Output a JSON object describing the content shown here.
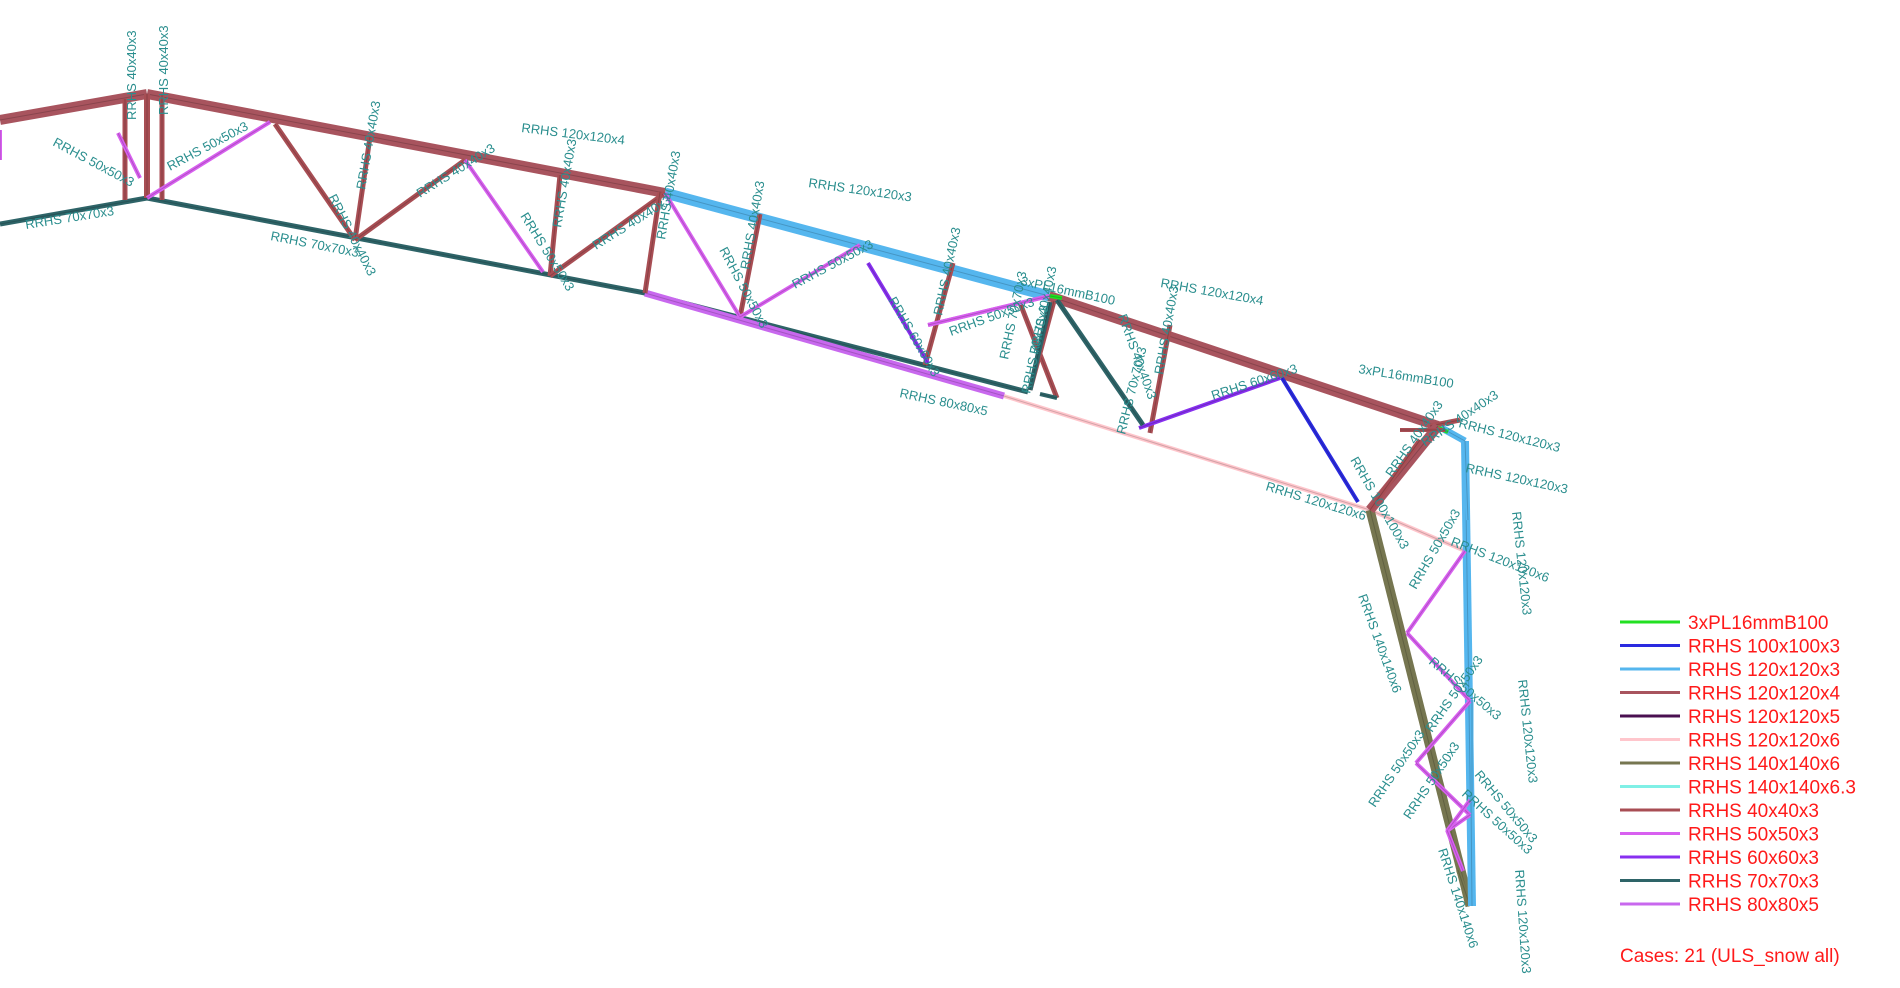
{
  "sections": {
    "3xPL16mmB100": "#22e022",
    "RRHS 100x100x3": "#2a2ae0",
    "RRHS 120x120x3": "#55b6ee",
    "RRHS 120x120x4": "#a8545e",
    "RRHS 120x120x5": "#4a1050",
    "RRHS 120x120x6": "#ffc6cc",
    "RRHS 140x140x6": "#767650",
    "RRHS 140x140x6.3": "#80f0e6",
    "RRHS 40x40x3": "#a84e54",
    "RRHS 50x50x3": "#d860f0",
    "RRHS 60x60x3": "#8830f0",
    "RRHS 70x70x3": "#2e6468",
    "RRHS 80x80x5": "#c868ee"
  },
  "legend": {
    "items": [
      {
        "label": "3xPL16mmB100",
        "color": "#22e022"
      },
      {
        "label": "RRHS 100x100x3",
        "color": "#2a2ae0"
      },
      {
        "label": "RRHS 120x120x3",
        "color": "#55b6ee"
      },
      {
        "label": "RRHS 120x120x4",
        "color": "#a8545e"
      },
      {
        "label": "RRHS 120x120x5",
        "color": "#4a1050"
      },
      {
        "label": "RRHS 120x120x6",
        "color": "#ffc6cc"
      },
      {
        "label": "RRHS 140x140x6",
        "color": "#767650"
      },
      {
        "label": "RRHS 140x140x6.3",
        "color": "#80f0e6"
      },
      {
        "label": "RRHS 40x40x3",
        "color": "#a84e54"
      },
      {
        "label": "RRHS 50x50x3",
        "color": "#d860f0"
      },
      {
        "label": "RRHS 60x60x3",
        "color": "#8830f0"
      },
      {
        "label": "RRHS 70x70x3",
        "color": "#2e6468"
      },
      {
        "label": "RRHS 80x80x5",
        "color": "#c868ee"
      }
    ],
    "cases": "Cases: 21 (ULS_snow all)"
  },
  "members": [
    {
      "section": "RRHS 120x120x4",
      "label": "RRHS 120x120x4"
    },
    {
      "section": "RRHS 120x120x4",
      "label": ""
    },
    {
      "section": "RRHS 120x120x3",
      "label": "RRHS 120x120x3"
    },
    {
      "section": "RRHS 120x120x4",
      "label": "RRHS 120x120x4"
    },
    {
      "section": "RRHS 120x120x3",
      "label": "RRHS 120x120x3"
    },
    {
      "section": "RRHS 70x70x3",
      "label": "RRHS 70x70x3"
    },
    {
      "section": "RRHS 70x70x3",
      "label": "RRHS 70x70x3"
    },
    {
      "section": "RRHS 70x70x3",
      "label": ""
    },
    {
      "section": "RRHS 80x80x5",
      "label": "RRHS 80x80x5"
    },
    {
      "section": "RRHS 120x120x6",
      "label": "RRHS 120x120x6"
    },
    {
      "section": "RRHS 120x120x6",
      "label": "RRHS 120x120x6"
    },
    {
      "section": "RRHS 140x140x6",
      "label": "RRHS 140x140x6"
    },
    {
      "section": "RRHS 140x140x6",
      "label": "RRHS 140x140x6"
    },
    {
      "section": "RRHS 120x120x3",
      "label": "RRHS 120x120x3"
    },
    {
      "section": "RRHS 120x120x3",
      "label": "RRHS 120x120x3"
    },
    {
      "section": "RRHS 120x120x3",
      "label": "RRHS 120x120x3"
    },
    {
      "section": "RRHS 40x40x3",
      "label": ""
    },
    {
      "section": "RRHS 40x40x3",
      "label": "RRHS 40x40x3"
    },
    {
      "section": "RRHS 40x40x3",
      "label": "RRHS 40x40x3"
    },
    {
      "section": "RRHS 40x40x3",
      "label": "RRHS 40x40x3"
    },
    {
      "section": "RRHS 40x40x3",
      "label": "RRHS 40x40x3"
    },
    {
      "section": "RRHS 40x40x3",
      "label": "RRHS 40x40x3"
    },
    {
      "section": "RRHS 40x40x3",
      "label": "RRHS 40x40x3"
    },
    {
      "section": "RRHS 40x40x3",
      "label": "RRHS 40x40x3"
    },
    {
      "section": "RRHS 40x40x3",
      "label": "RRHS 40x40x3"
    },
    {
      "section": "RRHS 40x40x3",
      "label": "RRHS 40x40x3"
    },
    {
      "section": "RRHS 40x40x3",
      "label": "RRHS 40x40x3"
    },
    {
      "section": "RRHS 40x40x3",
      "label": "RRHS 40x40x3"
    },
    {
      "section": "RRHS 40x40x3",
      "label": "RRHS 40x40x3"
    },
    {
      "section": "RRHS 40x40x3",
      "label": "RRHS 40x40x3"
    },
    {
      "section": "RRHS 40x40x3",
      "label": "RRHS 40x40x3"
    },
    {
      "section": "RRHS 50x50x3",
      "label": "RRHS 50x50x3"
    },
    {
      "section": "RRHS 50x50x3",
      "label": "RRHS 50x50x3"
    },
    {
      "section": "RRHS 50x50x3",
      "label": "RRHS 50x50x3"
    },
    {
      "section": "RRHS 50x50x3",
      "label": "RRHS 50x50x3"
    },
    {
      "section": "RRHS 50x50x3",
      "label": "RRHS 50x50x3"
    },
    {
      "section": "RRHS 50x50x3",
      "label": "RRHS 50x50x3"
    },
    {
      "section": "RRHS 50x50x3",
      "label": "RRHS 50x50x3"
    },
    {
      "section": "RRHS 50x50x3",
      "label": ""
    },
    {
      "section": "RRHS 60x60x3",
      "label": "RRHS 60x60x3"
    },
    {
      "section": "RRHS 60x60x3",
      "label": "RRHS 60x60x3"
    },
    {
      "section": "RRHS 70x70x3",
      "label": "RRHS 70x70x3"
    },
    {
      "section": "RRHS 70x70x3",
      "label": "RRHS 70x70x3"
    },
    {
      "section": "RRHS 70x70x3",
      "label": "RRHS 70x70x3"
    },
    {
      "section": "RRHS 100x100x3",
      "label": "RRHS 100x100x3"
    },
    {
      "section": "3xPL16mmB100",
      "label": "3xPL16mmB100"
    },
    {
      "section": "3xPL16mmB100",
      "label": "3xPL16mmB100"
    },
    {
      "section": "RRHS 120x120x4",
      "label": ""
    },
    {
      "section": "RRHS 40x40x3",
      "label": "RRHS 40x40x3"
    },
    {
      "section": "RRHS 40x40x3",
      "label": ""
    },
    {
      "section": "RRHS 120x120x3",
      "label": "RRHS 120x120x3"
    },
    {
      "section": "RRHS 50x50x3",
      "label": "RRHS 50x50x3"
    },
    {
      "section": "RRHS 50x50x3",
      "label": "RRHS 50x50x3"
    },
    {
      "section": "RRHS 50x50x3",
      "label": "RRHS 50x50x3"
    },
    {
      "section": "RRHS 50x50x3",
      "label": "RRHS 50x50x3"
    },
    {
      "section": "RRHS 50x50x3",
      "label": "RRHS 50x50x3"
    },
    {
      "section": "RRHS 50x50x3",
      "label": "RRHS 50x50x3"
    },
    {
      "section": "RRHS 50x50x3",
      "label": "RRHS 50x50x3"
    }
  ]
}
